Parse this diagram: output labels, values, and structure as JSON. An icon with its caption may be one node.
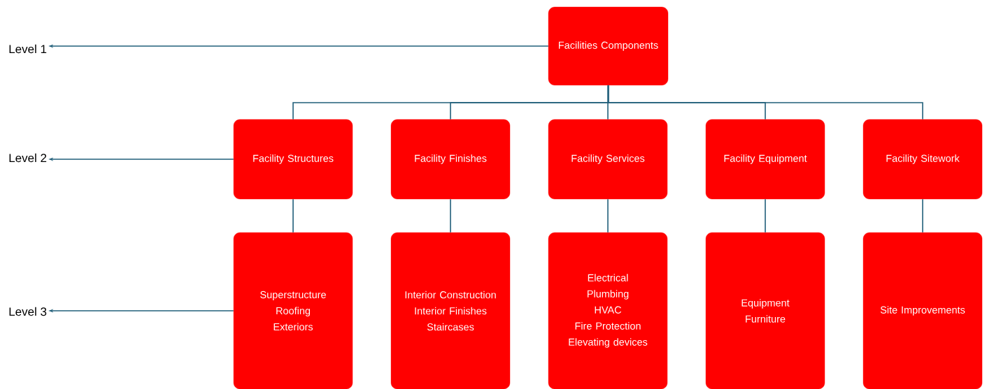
{
  "diagram": {
    "nodes": [
      {
        "text": [
          "Facilities Components"
        ]
      },
      {
        "text": [
          "Facility Structures"
        ]
      },
      {
        "text": [
          "Facility Finishes"
        ]
      },
      {
        "text": [
          "Facility Services"
        ]
      },
      {
        "text": [
          "Facility Equipment"
        ]
      },
      {
        "text": [
          "Facility Sitework"
        ]
      },
      {
        "text": [
          "Superstructure",
          "Roofing",
          "Exteriors"
        ]
      },
      {
        "text": [
          "Interior Construction",
          "Interior Finishes",
          "Staircases"
        ]
      },
      {
        "text": [
          "Electrical",
          "Plumbing",
          "HVAC",
          "Fire Protection",
          "Elevating devices"
        ]
      },
      {
        "text": [
          "Equipment",
          "Furniture"
        ]
      },
      {
        "text": [
          "Site Improvements"
        ]
      },
      {
        "text": [
          "Level 1"
        ]
      },
      {
        "text": [
          "Level 2"
        ]
      },
      {
        "text": [
          "Level 3"
        ]
      }
    ],
    "edges": [
      {
        "from": 0,
        "to": 1,
        "arrow": "none"
      },
      {
        "from": 0,
        "to": 2,
        "arrow": "none"
      },
      {
        "from": 0,
        "to": 3,
        "arrow": "none"
      },
      {
        "from": 0,
        "to": 4,
        "arrow": "none"
      },
      {
        "from": 0,
        "to": 5,
        "arrow": "none"
      },
      {
        "from": 1,
        "to": 6,
        "arrow": "none"
      },
      {
        "from": 2,
        "to": 7,
        "arrow": "none"
      },
      {
        "from": 3,
        "to": 8,
        "arrow": "none"
      },
      {
        "from": 4,
        "to": 9,
        "arrow": "none"
      },
      {
        "from": 5,
        "to": 10,
        "arrow": "none"
      },
      {
        "from": 0,
        "to": 11,
        "arrow": "to"
      },
      {
        "from": 1,
        "to": 12,
        "arrow": "to"
      },
      {
        "from": 6,
        "to": 13,
        "arrow": "to"
      }
    ]
  }
}
